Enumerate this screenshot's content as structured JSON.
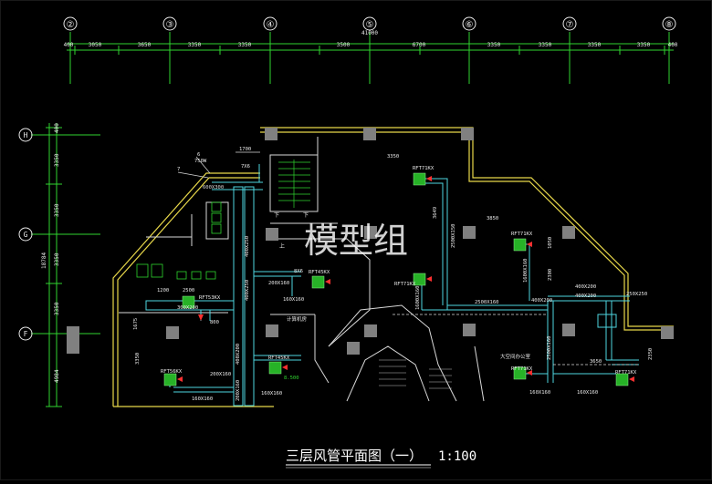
{
  "drawing": {
    "title": "三层风管平面图（一）",
    "scale": "1:100",
    "watermark": "模型组"
  },
  "grid": {
    "columns": [
      "②",
      "③",
      "④",
      "⑤",
      "⑥",
      "⑦",
      "⑧"
    ],
    "rows": [
      "H",
      "G",
      "F"
    ],
    "overall_width": "41000",
    "overall_depth": "18784",
    "top_spacings": [
      "400",
      "3050",
      "3650",
      "3350",
      "3350",
      "3500",
      "6700",
      "3350",
      "3350",
      "3350",
      "3350",
      "400"
    ],
    "left_spacings": [
      "400",
      "3350",
      "3350",
      "3350",
      "3350",
      "4984"
    ]
  },
  "labels": {
    "duct_7x6": "7X6",
    "dim_1700": "1700",
    "num_6": "6",
    "num_7": "7",
    "size_750": "750W",
    "d_600x300": "600X300",
    "up_text": "上",
    "down_text": "下",
    "dim_3350_top": "3350",
    "rft_top": "RFT71KX",
    "dim_3649": "3649",
    "dim_3850": "3850",
    "rft_right": "RFT71KX",
    "dim_1050": "1050",
    "dim_2300": "2300",
    "d_1600x160_r": "1600X160",
    "d_400x200_a": "400X200",
    "d_400x200_b": "400X200",
    "d_250x250": "250X250",
    "rft_mid": "RFT71KX",
    "d_1600x160_m": "1600X160",
    "d_2500x150": "2500X150",
    "d_400x200_c": "400X200",
    "d_2500x160": "2500X160",
    "room_office": "大空间办公室",
    "rft_br": "RFT71KX",
    "dim_3650": "3650",
    "rft_br2": "RFT71KX",
    "dim_2350": "2350",
    "d_160x160_a": "160X160",
    "d_160x160_b": "160X160",
    "tag_8x6": "8X6",
    "rft_45a": "RFT45KX",
    "d_200x160": "200X160",
    "d_160x160_c": "160X160",
    "room_server": "计算机房",
    "rft_45b": "RFT45KX",
    "d_8500": "8.500",
    "d_200x160_b": "200X160",
    "d_160x160_d": "160X160",
    "rft_56": "RFT56KX",
    "d_160x160_e": "160X160",
    "dim_1200": "1200",
    "dim_2500": "2500",
    "rft_53": "RFT53KX",
    "d_300x200": "300X200",
    "dim_800": "800",
    "dim_1675": "1675",
    "dim_3350_l": "3350",
    "d_400x250": "400X250",
    "d_400x250b": "400X250",
    "d_400x200v": "400X200",
    "d_200x160v": "200X160"
  }
}
